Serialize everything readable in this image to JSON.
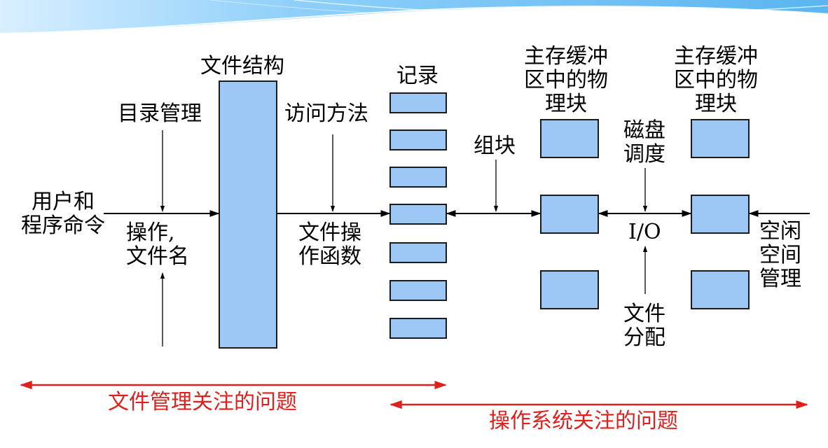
{
  "labels": {
    "file_structure": "文件结构",
    "directory_mgmt": "目录管理",
    "access_method": "访问方法",
    "records": "记录",
    "buffer_block_1": "主存缓冲\n区中的物\n理块",
    "buffer_block_2": "主存缓冲\n区中的物\n理块",
    "blocking": "组块",
    "disk_scheduling": "磁盘\n调度",
    "user_command": "用户和\n程序命令",
    "operation_filename": "操作,\n文件名",
    "file_op_function": "文件操\n作函数",
    "io": "I/O",
    "free_space_mgmt": "空闲\n空间\n管理",
    "file_allocation": "文件\n分配",
    "file_mgmt_concern": "文件管理关注的问题",
    "os_concern": "操作系统关注的问题"
  },
  "colors": {
    "box_fill": "#9dc8f6",
    "box_stroke": "#1a1a1a",
    "concern_arrow": "#e0201c",
    "header_wave": "#5bb5f0"
  }
}
